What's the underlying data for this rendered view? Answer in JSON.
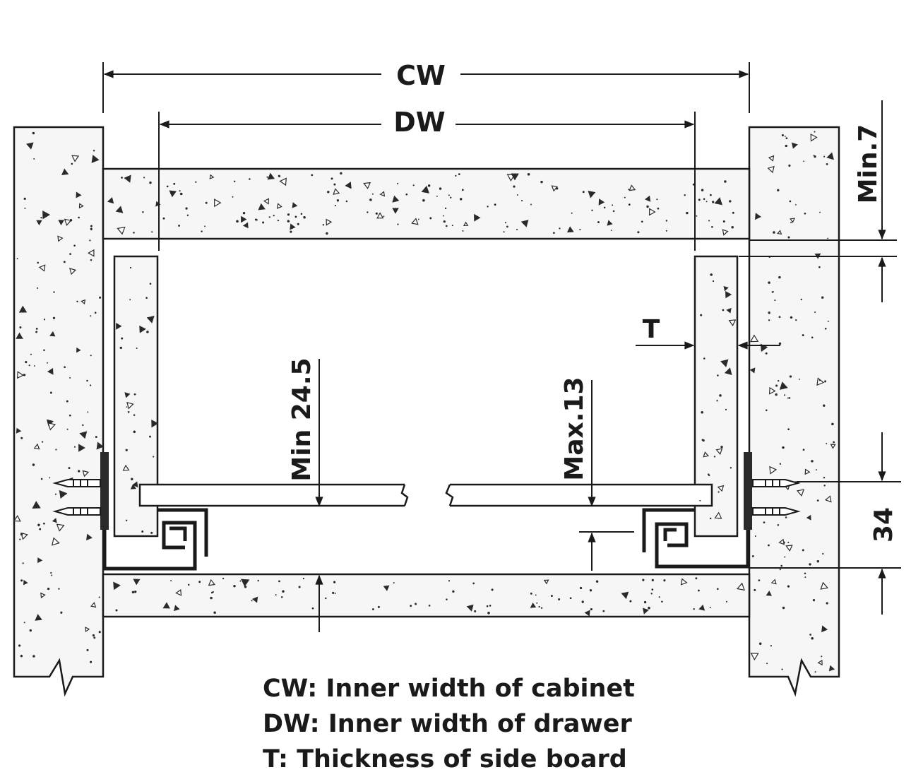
{
  "labels": {
    "cw": "CW",
    "dw": "DW",
    "t": "T",
    "min7": "Min.7",
    "min24_5": "Min 24.5",
    "max13": "Max.13",
    "d34": "34"
  },
  "legend": [
    "CW: Inner width of cabinet",
    "DW: Inner width of drawer",
    "T: Thickness of side board"
  ],
  "colors": {
    "line": "#1a1a1a",
    "board_fill": "#f6f6f6",
    "background": "#ffffff"
  }
}
